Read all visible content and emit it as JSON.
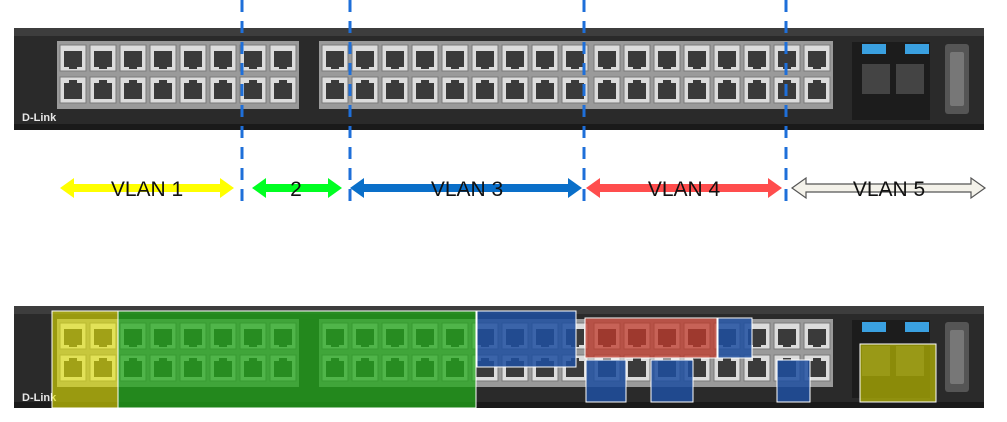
{
  "brand": "D-Link",
  "vlans": [
    {
      "label": "VLAN 1",
      "color": "#ffff00"
    },
    {
      "label": "2",
      "color": "#00ff22"
    },
    {
      "label": "VLAN 3",
      "color": "#0a6fc9"
    },
    {
      "label": "VLAN 4",
      "color": "#ff4d4d"
    },
    {
      "label": "VLAN 5",
      "color": "#f4f2ea"
    }
  ],
  "divider_color": "#1e6fd9",
  "overlay_colors": {
    "yellow": "#e6e600",
    "green": "#22a81a",
    "blue": "#1f4fa0",
    "red": "#c0392b",
    "olive": "#c8c800"
  }
}
